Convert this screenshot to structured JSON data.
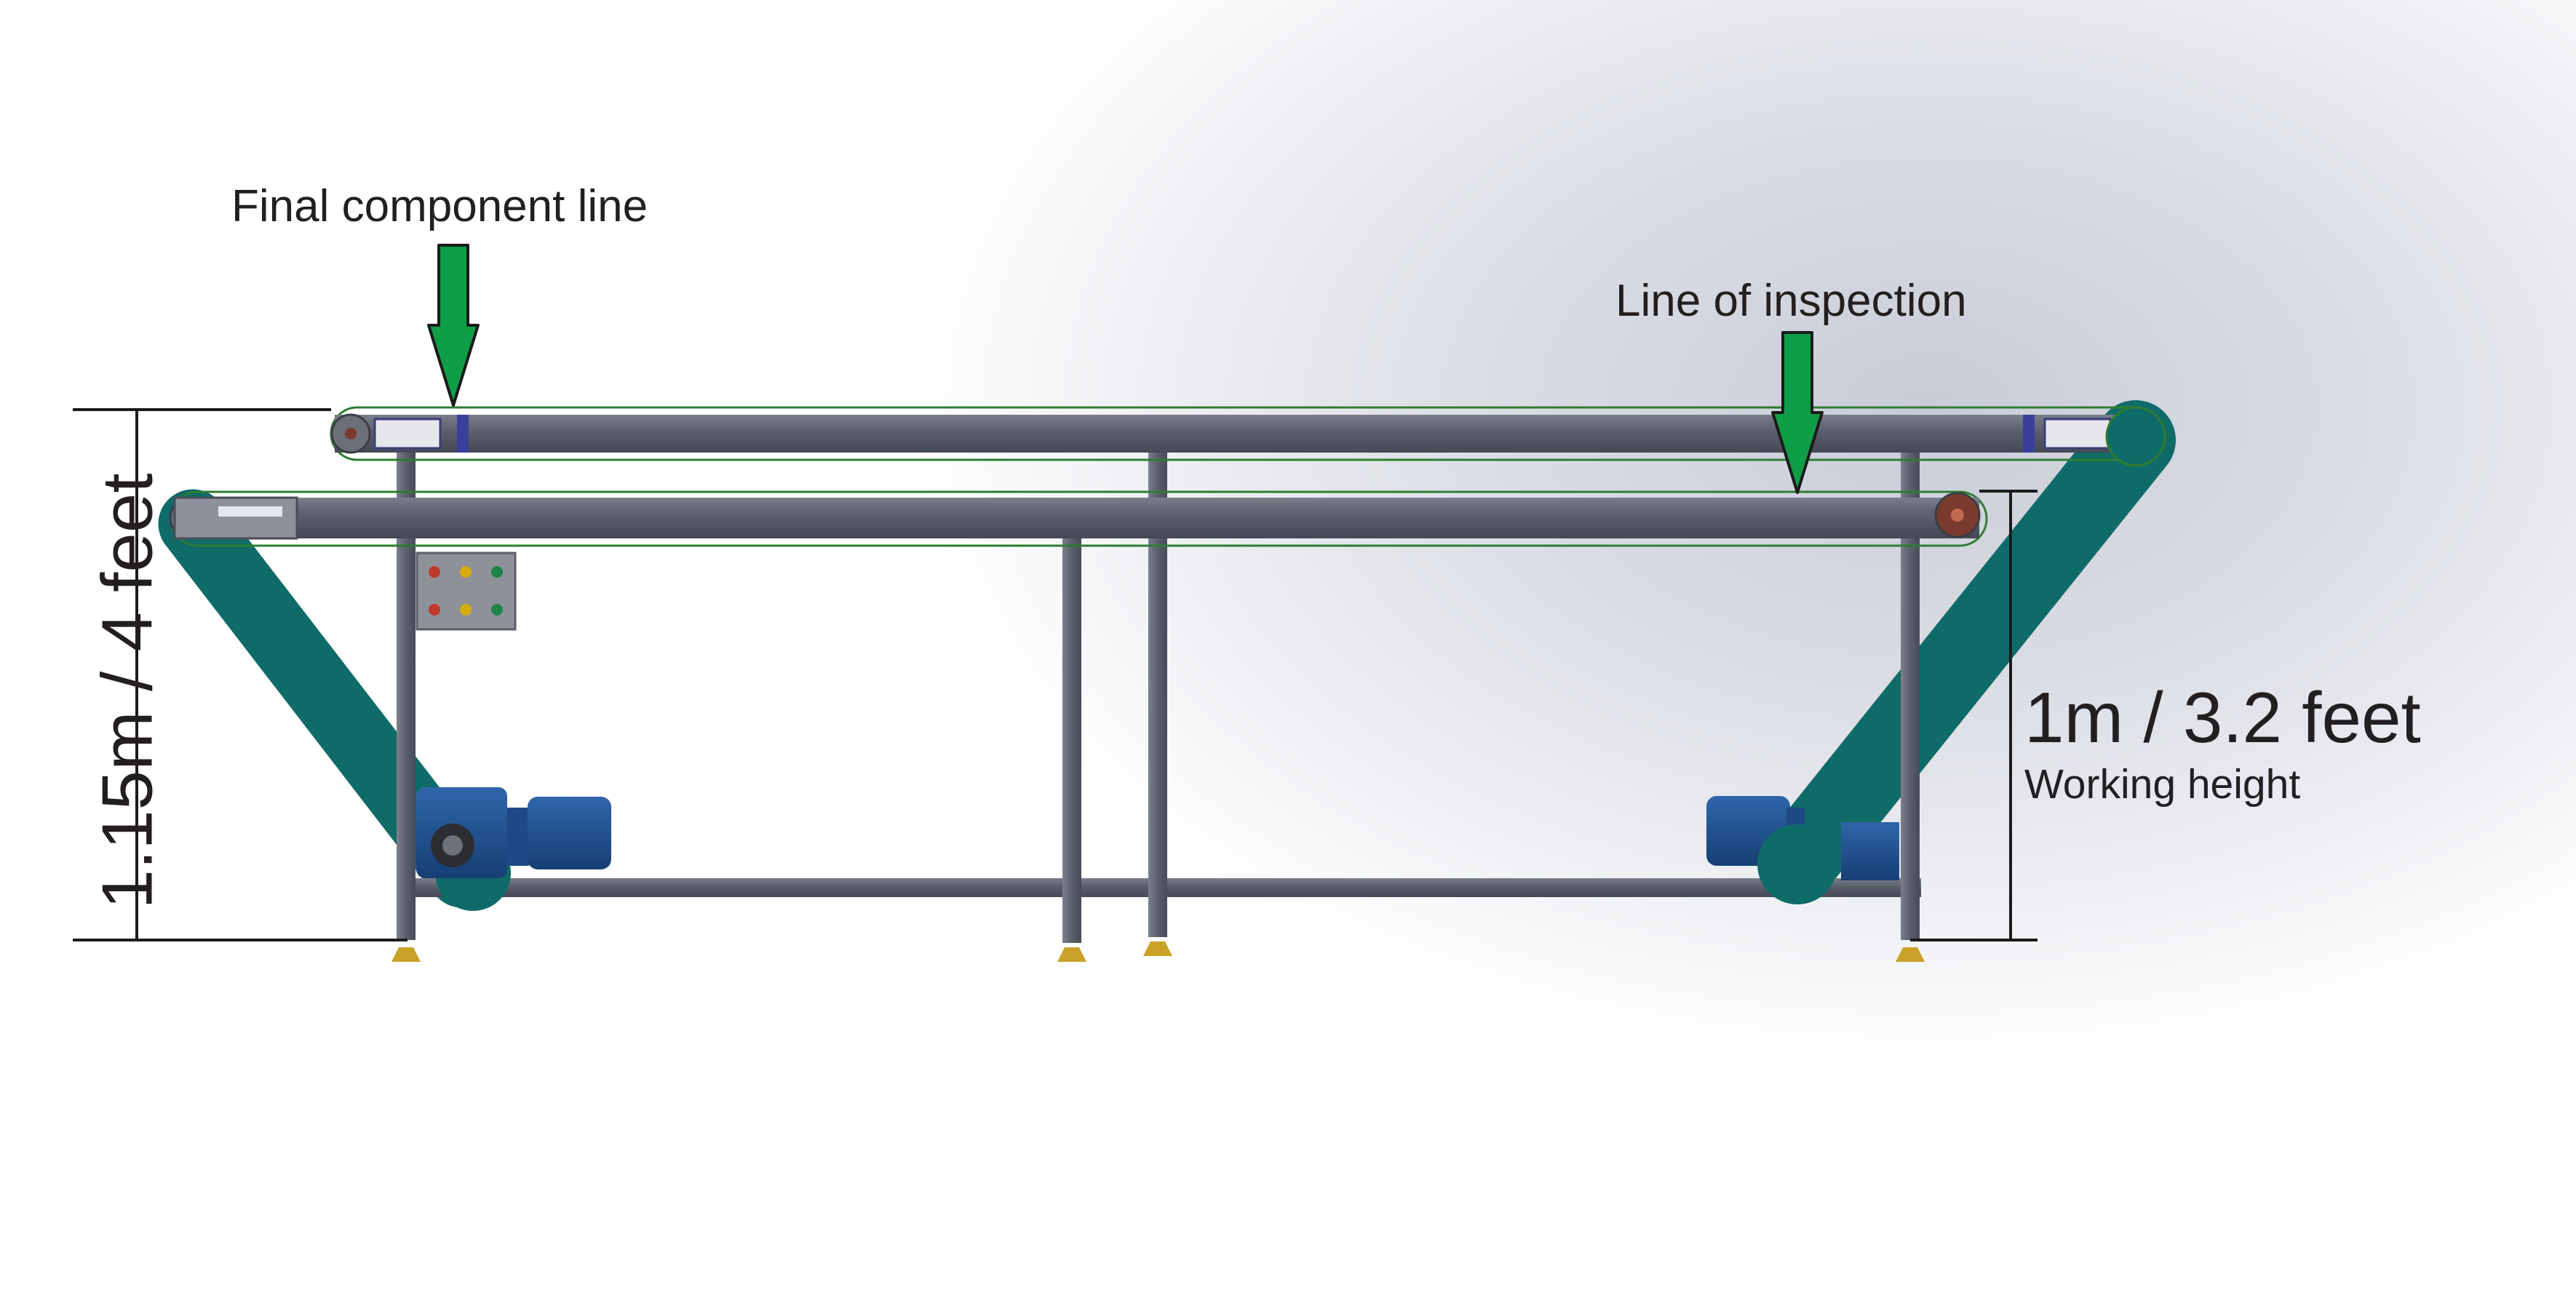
{
  "annotations": {
    "final_component_line": "Final component line",
    "line_of_inspection": "Line of inspection"
  },
  "dimensions": {
    "overall_height": "1.15m / 4 feet",
    "working_height_value": "1m / 3.2 feet",
    "working_height_caption": "Working height"
  },
  "colors": {
    "belt_incline": "#0f6b68",
    "frame": "#5a5e6b",
    "arrow": "#0f9d48",
    "motor": "#1f4f8c",
    "foot": "#c9a227",
    "indicator_lights": [
      "#c0392b",
      "#d4ac0d",
      "#1e8449"
    ]
  },
  "icons": {
    "arrow": "down-arrow-icon",
    "control_box": "control-panel-icon",
    "motor": "gear-motor-icon"
  }
}
